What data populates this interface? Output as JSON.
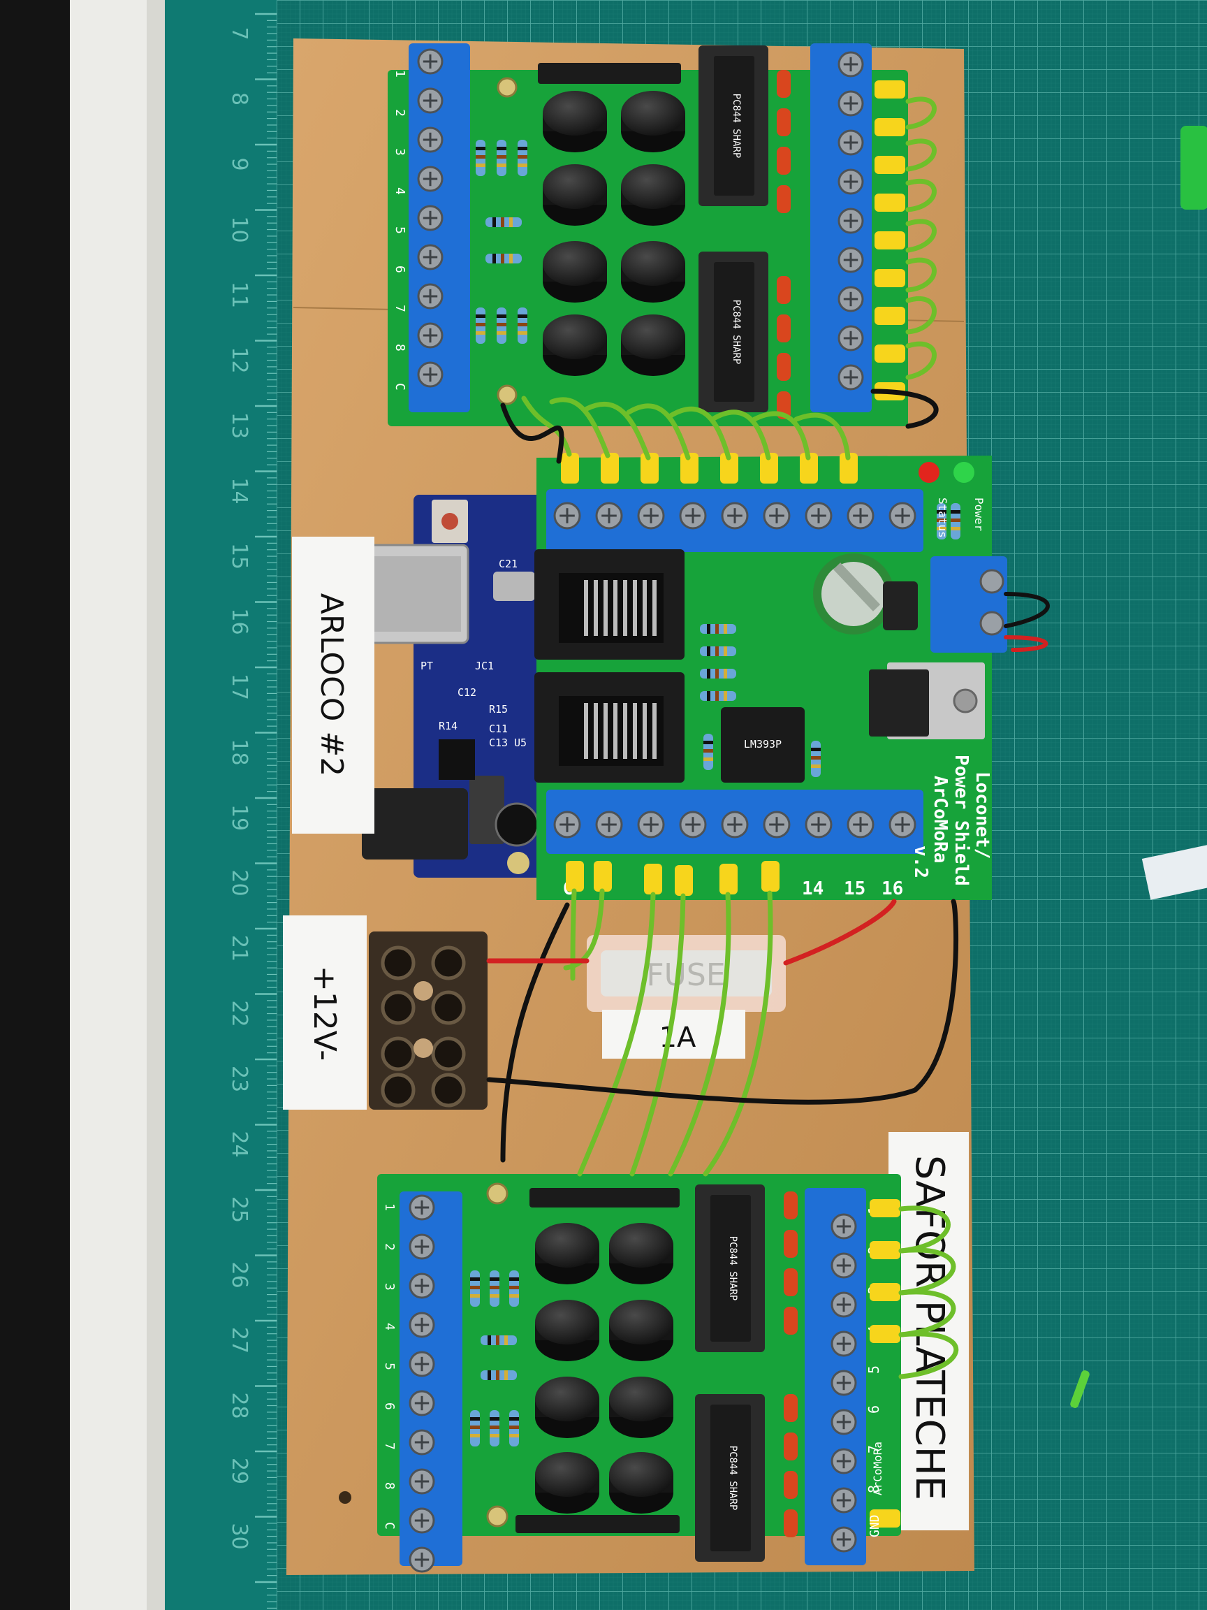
{
  "mat": {
    "ruler_numbers": [
      "7",
      "8",
      "9",
      "10",
      "11",
      "12",
      "13",
      "14",
      "15",
      "16",
      "17",
      "18",
      "19",
      "20",
      "21",
      "22",
      "23",
      "24",
      "25",
      "26",
      "27",
      "28",
      "29",
      "30"
    ]
  },
  "labels": {
    "arloco": "ARLOCO #2",
    "power": "+12V-",
    "fuse_rating": "1A",
    "fuse_text": "FUSE",
    "bottom_side": "SAFOR PLATECHE"
  },
  "shield": {
    "title_1": "Loconet/",
    "title_2": "Power Shield",
    "title_3": "ArCoMoRa",
    "title_4": "v.2",
    "status": "Status",
    "power": "Power",
    "bottom_pins": [
      "G",
      "14",
      "15",
      "16"
    ],
    "ic": "LM393P"
  },
  "arduino": {
    "parts": [
      "C21",
      "JC1",
      "C12",
      "R14",
      "R15",
      "C11",
      "C13",
      "U5",
      "PT"
    ]
  },
  "modules": {
    "pin_labels": [
      "1",
      "2",
      "3",
      "4",
      "5",
      "6",
      "7",
      "8",
      "C"
    ],
    "chip": "PC844\nSHARP",
    "bottom_brand": "ArCoMoRa",
    "gnd": "GND"
  },
  "colors": {
    "mat": "#0e6f68",
    "board": "#c8955a",
    "pcb_green": "#17a33a",
    "terminal_blue": "#1f6fd6",
    "wire_green": "#6ebf2a",
    "arduino_blue": "#1b2e86"
  }
}
